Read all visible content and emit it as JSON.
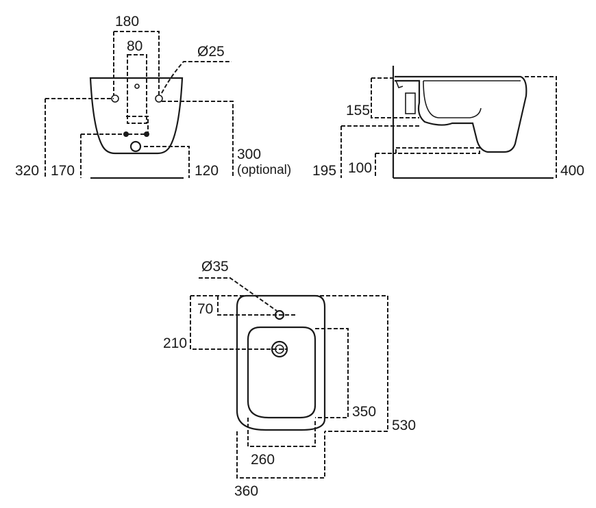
{
  "front_view": {
    "dim_180": "180",
    "dim_80": "80",
    "dim_d25": "Ø25",
    "dim_320": "320",
    "dim_170": "170",
    "dim_120": "120",
    "dim_300": "300",
    "dim_optional": "(optional)"
  },
  "side_view": {
    "dim_155": "155",
    "dim_195": "195",
    "dim_100": "100",
    "dim_400": "400"
  },
  "top_view": {
    "dim_d35": "Ø35",
    "dim_70": "70",
    "dim_210": "210",
    "dim_350": "350",
    "dim_530": "530",
    "dim_260": "260",
    "dim_360": "360"
  }
}
